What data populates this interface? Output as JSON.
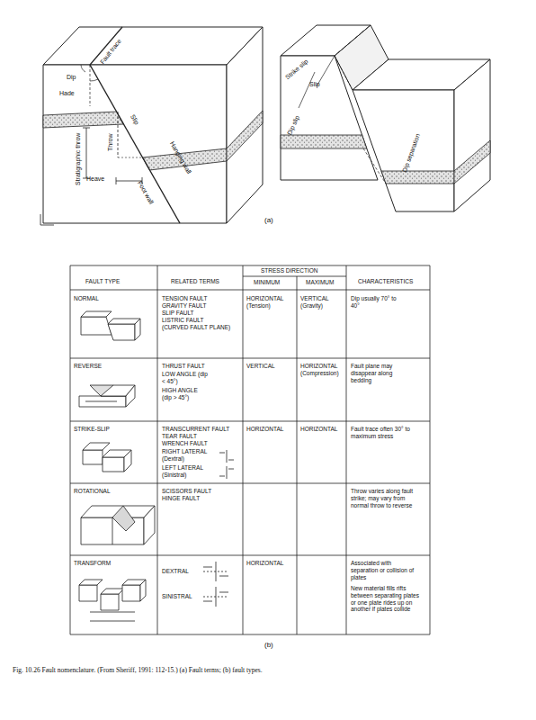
{
  "diagram": {
    "caption": "Fig. 10.26   Fault nomenclature. (From Sheriff, 1991: 112-15.) (a) Fault terms; (b) fault types.",
    "labels": [
      "Fault trace",
      "Dip",
      "Hade",
      "Slip",
      "Throw",
      "Stratigraphic throw",
      "Heave",
      "Hanging wall",
      "Foot wall",
      "Strike slip",
      "Slip",
      "Dip slip",
      "Dip separation",
      "(a)",
      "FAULT TYPE",
      "RELATED TERMS",
      "STRESS DIRECTION",
      "MINIMUM",
      "MAXIMUM",
      "CHARACTERISTICS",
      "NORMAL",
      "TENSION FAULT",
      "GRAVITY FAULT",
      "SLIP FAULT",
      "LISTRIC FAULT",
      "(CURVED FAULT PLANE)",
      "HORIZONTAL (Tension)",
      "VERTICAL (Gravity)",
      "Dip usually 70° to 40°",
      "REVERSE",
      "THRUST FAULT",
      "LOW ANGLE (dip < 45°)",
      "HIGH ANGLE (dip > 45°)",
      "VERTICAL",
      "HORIZONTAL (Compression)",
      "Fault plane may disappear along bedding",
      "STRIKE-SLIP",
      "TRANSCURRENT FAULT",
      "TEAR FAULT",
      "WRENCH FAULT",
      "RIGHT LATERAL (Dextral)",
      "LEFT LATERAL (Sinistral)",
      "HORIZONTAL",
      "HORIZONTAL",
      "Fault trace often 30° to maximum stress",
      "ROTATIONAL",
      "SCISSORS FAULT",
      "HINGE FAULT",
      "Throw varies along fault strike; may vary from normal throw to reverse",
      "TRANSFORM",
      "DEXTRAL",
      "SINISTRAL",
      "HORIZONTAL",
      "Associated with separation or collision of plates",
      "New material fills rifts between separating plates or one plate rides up on another if plates collide",
      "(b)"
    ]
  }
}
